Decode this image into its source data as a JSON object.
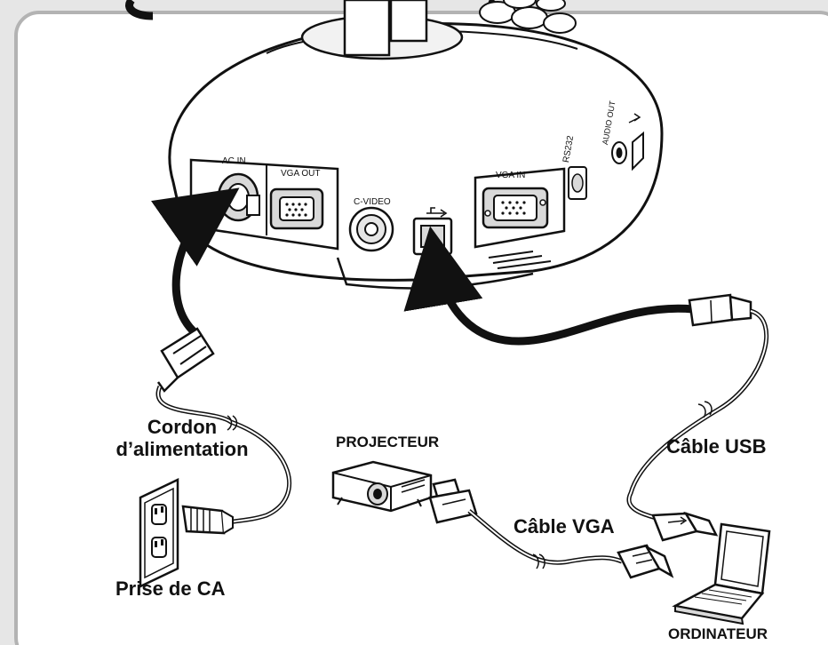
{
  "header": {
    "title_fragment": "g      g"
  },
  "ports": {
    "ac_in": "AC IN",
    "vga_out": "VGA OUT",
    "c_video": "C-VIDEO",
    "vga_in": "VGA IN",
    "rs232": "RS232",
    "audio_out": "AUDIO OUT"
  },
  "labels": {
    "power_cord_line1": "Cordon",
    "power_cord_line2": "d’alimentation",
    "ac_outlet": "Prise de CA",
    "projector": "PROJECTEUR",
    "vga_cable": "Câble VGA",
    "usb_cable": "Câble USB",
    "computer": "ORDINATEUR"
  },
  "colors": {
    "frame_bg": "#ffffff",
    "frame_border": "#b3b3b3",
    "outer_bg": "#e6e6e6",
    "ink": "#111111"
  }
}
